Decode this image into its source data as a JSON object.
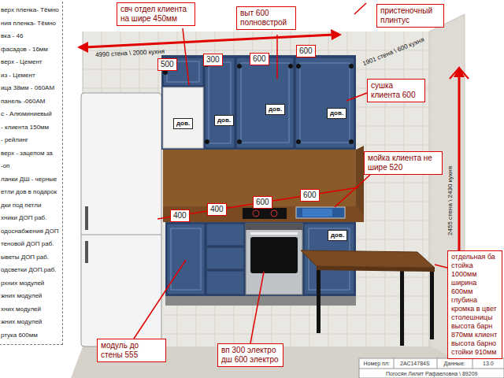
{
  "diagram": {
    "nodes": [
      {
        "text": [
          "верх пленка- Тёмно",
          "ния пленка- Тёмно",
          "вка - 46",
          "фасадов - 16мм",
          "верх - Цемент",
          "из - Цемент",
          "ица 38мм - 060AM",
          "панель -060AM",
          "с - Алюминиевый",
          "- клиента 150мм",
          "- рейлинг",
          "верх - зацепом за",
          "-оп",
          "ланки ДШ - черные",
          "етли дов в подарок",
          "дки под петли",
          "хники ДОП раб.",
          "одоснабжения ДОП",
          "теновой ДОП раб.",
          "ыветы ДОП раб.",
          "одсветки ДОП.раб.",
          "рхних модулей",
          "жних модулей",
          "хних модулей",
          "жних модулей",
          "ртука 600мм"
        ]
      },
      {
        "text": [
          "свч отдел клиента на шире 450мм"
        ]
      },
      {
        "text": [
          "выт 600 полновстрой"
        ]
      },
      {
        "text": [
          "пристеночный плинтус"
        ]
      },
      {
        "text": [
          "500"
        ]
      },
      {
        "text": [
          "300"
        ]
      },
      {
        "text": [
          "600"
        ]
      },
      {
        "text": [
          "600"
        ]
      },
      {
        "text": [
          "сушка клиента 600"
        ]
      },
      {
        "text": [
          "дов."
        ]
      },
      {
        "text": [
          "дов."
        ]
      },
      {
        "text": [
          "дов."
        ]
      },
      {
        "text": [
          "дов."
        ]
      },
      {
        "text": [
          "мойка клиента не шире 520"
        ]
      },
      {
        "text": [
          "400"
        ]
      },
      {
        "text": [
          "400"
        ]
      },
      {
        "text": [
          "600"
        ]
      },
      {
        "text": [
          "600"
        ]
      },
      {
        "text": [
          "дов."
        ]
      },
      {
        "text": [
          "отдельная ба стойка 1000мм ширина 600мм глубина кромка в цвет столешницы высота барн 870мм клиент высота барно стойки 910мм"
        ]
      },
      {
        "text": [
          "модуль до стены 555"
        ]
      },
      {
        "text": [
          "вп 300 электро дш 600 электро"
        ]
      }
    ],
    "labels": [
      "4990 стена \\ 2000 кухня",
      "1901 стена \\ 600 кухня",
      "2455 стена \\ 2430 кухня",
      "Номер пл:",
      "2АС14784S",
      "Данные:",
      "13.0",
      "Погосян Лилит Рафаеловна \\ 89209"
    ]
  }
}
